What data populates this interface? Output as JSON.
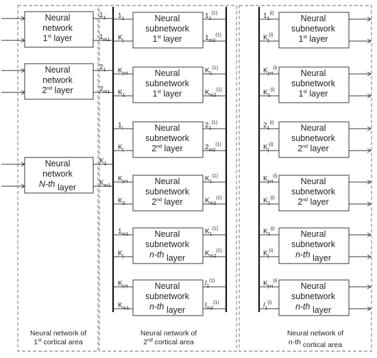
{
  "colors": {
    "stroke": "#333333",
    "bus": "#111111",
    "dash": "#666666",
    "text": "#222222"
  },
  "regions": [
    {
      "caption_pre": "Neural network of",
      "caption_ord": "1",
      "caption_sup": "st",
      "caption_post": " cortical area",
      "italic": false
    },
    {
      "caption_pre": "Neural network of",
      "caption_ord": "2",
      "caption_sup": "nd",
      "caption_post": " cortical area",
      "italic": false
    },
    {
      "caption_pre": "Neural network of",
      "caption_ord": "n-th",
      "caption_sup": "",
      "caption_post": " cortical area",
      "italic": false
    }
  ],
  "col1_boxes": [
    {
      "l1": "Neural",
      "l2": "network",
      "ord": "1",
      "sup": "st",
      "post": " layer",
      "italic": false
    },
    {
      "l1": "Neural",
      "l2": "network",
      "ord": "2",
      "sup": "nd",
      "post": " layer",
      "italic": false
    },
    {
      "l1": "Neural",
      "l2": "network",
      "ord": "N-th",
      "sup": "",
      "post": " layer",
      "italic": true
    }
  ],
  "col2_boxes": [
    {
      "l1": "Neural",
      "l2": "subnetwork",
      "ord": "1",
      "sup": "st",
      "post": " layer",
      "italic": false
    },
    {
      "l1": "Neural",
      "l2": "subnetwork",
      "ord": "1",
      "sup": "st",
      "post": " layer",
      "italic": false
    },
    {
      "l1": "Neural",
      "l2": "subnetwork",
      "ord": "2",
      "sup": "nd",
      "post": " layer",
      "italic": false
    },
    {
      "l1": "Neural",
      "l2": "subnetwork",
      "ord": "2",
      "sup": "nd",
      "post": " layer",
      "italic": false
    },
    {
      "l1": "Neural",
      "l2": "subnetwork",
      "ord": "n-th",
      "sup": "",
      "post": " layer",
      "italic": true
    },
    {
      "l1": "Neural",
      "l2": "subnetwork",
      "ord": "n-th",
      "sup": "",
      "post": " layer",
      "italic": true
    }
  ],
  "col3_boxes": [
    {
      "l1": "Neural",
      "l2": "subnetwork",
      "ord": "1",
      "sup": "st",
      "post": " layer",
      "italic": false
    },
    {
      "l1": "Neural",
      "l2": "subnetwork",
      "ord": "1",
      "sup": "st",
      "post": " layer",
      "italic": false
    },
    {
      "l1": "Neural",
      "l2": "subnetwork",
      "ord": "2",
      "sup": "nd",
      "post": " layer",
      "italic": false
    },
    {
      "l1": "Neural",
      "l2": "subnetwork",
      "ord": "2",
      "sup": "nd",
      "post": " layer",
      "italic": false
    },
    {
      "l1": "Neural",
      "l2": "subnetwork",
      "ord": "n-th",
      "sup": "",
      "post": " layer",
      "italic": true
    },
    {
      "l1": "Neural",
      "l2": "subnetwork",
      "ord": "n-th",
      "sup": "",
      "post": " layer",
      "italic": true
    }
  ],
  "bus1_labels": [
    {
      "base": "1",
      "sub": "1",
      "sup": ""
    },
    {
      "base": "1",
      "sub": "m1",
      "sup": ""
    },
    {
      "base": "2",
      "sub": "1",
      "sup": ""
    },
    {
      "base": "2",
      "sub": "m1",
      "sup": ""
    },
    {
      "base": "K",
      "sub": "1",
      "sup": ""
    },
    {
      "base": "K",
      "sub": "m1",
      "sup": ""
    }
  ],
  "col2_in_labels": [
    {
      "base": "1",
      "sub": "1",
      "sup": ""
    },
    {
      "base": "K",
      "sub": "j",
      "sup": ""
    },
    {
      "base": "K",
      "sub": "j+t",
      "sup": ""
    },
    {
      "base": "K",
      "sub": "1",
      "sup": ""
    },
    {
      "base": "1",
      "sub": "i",
      "sup": ""
    },
    {
      "base": "K",
      "sub": "j",
      "sup": ""
    },
    {
      "base": "K",
      "sub": "j+t",
      "sup": ""
    },
    {
      "base": "K",
      "sub": "2",
      "sup": ""
    },
    {
      "base": "1",
      "sub": "m1",
      "sup": ""
    },
    {
      "base": "K",
      "sub": "j",
      "sup": ""
    },
    {
      "base": "K",
      "sub": "j+t",
      "sup": ""
    },
    {
      "base": "K",
      "sub": "m1",
      "sup": ""
    }
  ],
  "bus2_labels": [
    {
      "base": "1",
      "sub": "1",
      "sup": "(1)"
    },
    {
      "base": "1",
      "sub": "m2",
      "sup": "(1)"
    },
    {
      "base": "K",
      "sub": "1",
      "sup": "(1)"
    },
    {
      "base": "K",
      "sub": "m2",
      "sup": "(1)"
    },
    {
      "base": "2",
      "sub": "1",
      "sup": "(1)"
    },
    {
      "base": "2",
      "sub": "m2",
      "sup": "(1)"
    },
    {
      "base": "K",
      "sub": "1",
      "sup": "(1)"
    },
    {
      "base": "K",
      "sub": "m2",
      "sup": "(1)"
    },
    {
      "base": "K",
      "sub": "1",
      "sup": "(1)"
    },
    {
      "base": "K",
      "sub": "m2",
      "sup": "(1)"
    },
    {
      "base": "l",
      "sub": "1",
      "sup": "(1)",
      "italic": true
    },
    {
      "base": "l",
      "sub": "m2",
      "sup": "(1)",
      "italic": true
    }
  ],
  "col3_in_labels": [
    {
      "base": "1",
      "sub": "1",
      "sup": "(i)"
    },
    {
      "base": "K",
      "sub": "j",
      "sup": "(i)"
    },
    {
      "base": "K",
      "sub": "j+t",
      "sup": "(i)"
    },
    {
      "base": "K",
      "sub": "1",
      "sup": "(i)"
    },
    {
      "base": "2",
      "sub": "1",
      "sup": "(i)"
    },
    {
      "base": "K",
      "sub": "j",
      "sup": "(i)"
    },
    {
      "base": "K",
      "sub": "j+t",
      "sup": "(i)"
    },
    {
      "base": "K",
      "sub": "1",
      "sup": "(i)"
    },
    {
      "base": "K",
      "sub": "1",
      "sup": "(i)"
    },
    {
      "base": "K",
      "sub": "j",
      "sup": "(i)"
    },
    {
      "base": "K",
      "sub": "j+t",
      "sup": "(i)"
    },
    {
      "base": "l",
      "sub": "1",
      "sup": "(i)",
      "italic": true
    }
  ]
}
